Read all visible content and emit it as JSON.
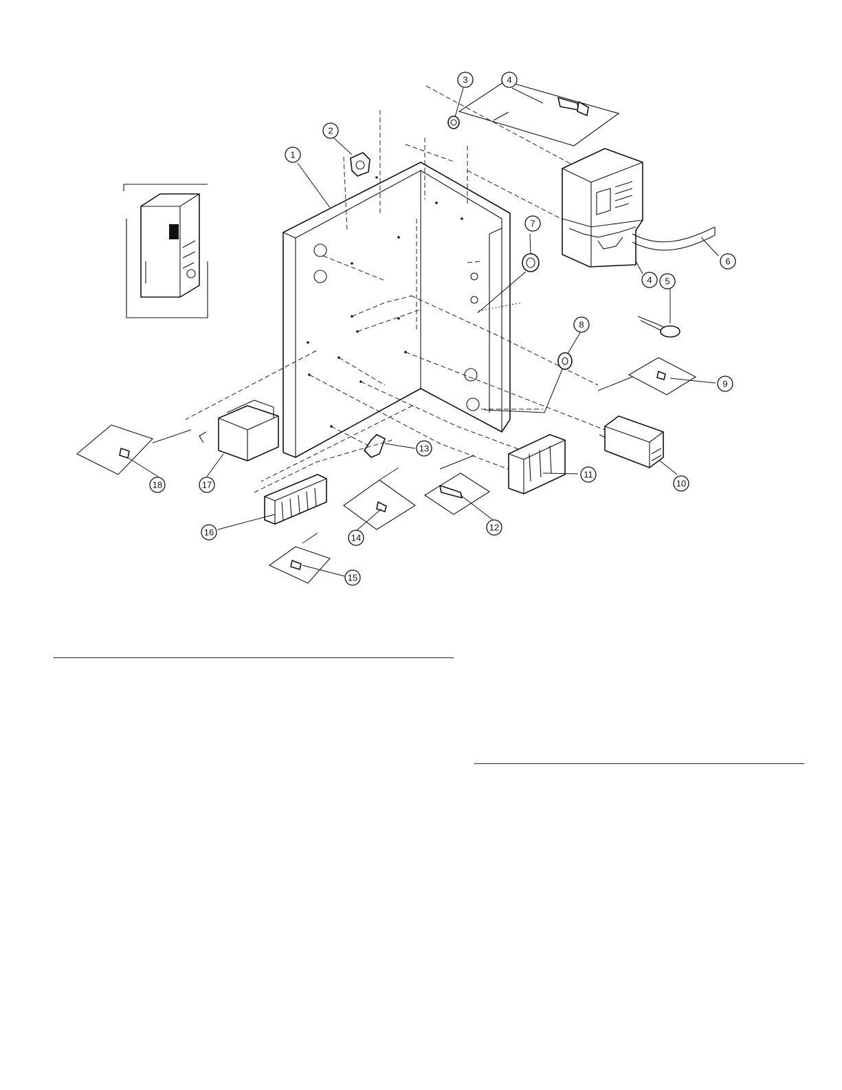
{
  "callouts": [
    "1",
    "2",
    "3",
    "4",
    "4",
    "5",
    "6",
    "7",
    "8",
    "9",
    "10",
    "11",
    "12",
    "13",
    "14",
    "15",
    "16",
    "17",
    "18"
  ]
}
